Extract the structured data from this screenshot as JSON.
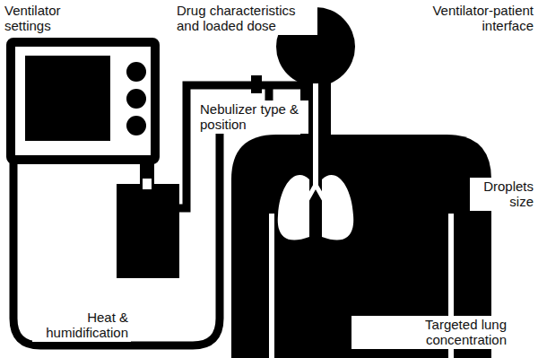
{
  "diagram": {
    "labels": [
      "Ventilator settings",
      "Drug characteristics and loaded dose",
      "Ventilator-patient interface",
      "Nebulizer type & position",
      "Droplets size",
      "Heat & humidification",
      "Targeted lung concentration"
    ]
  }
}
